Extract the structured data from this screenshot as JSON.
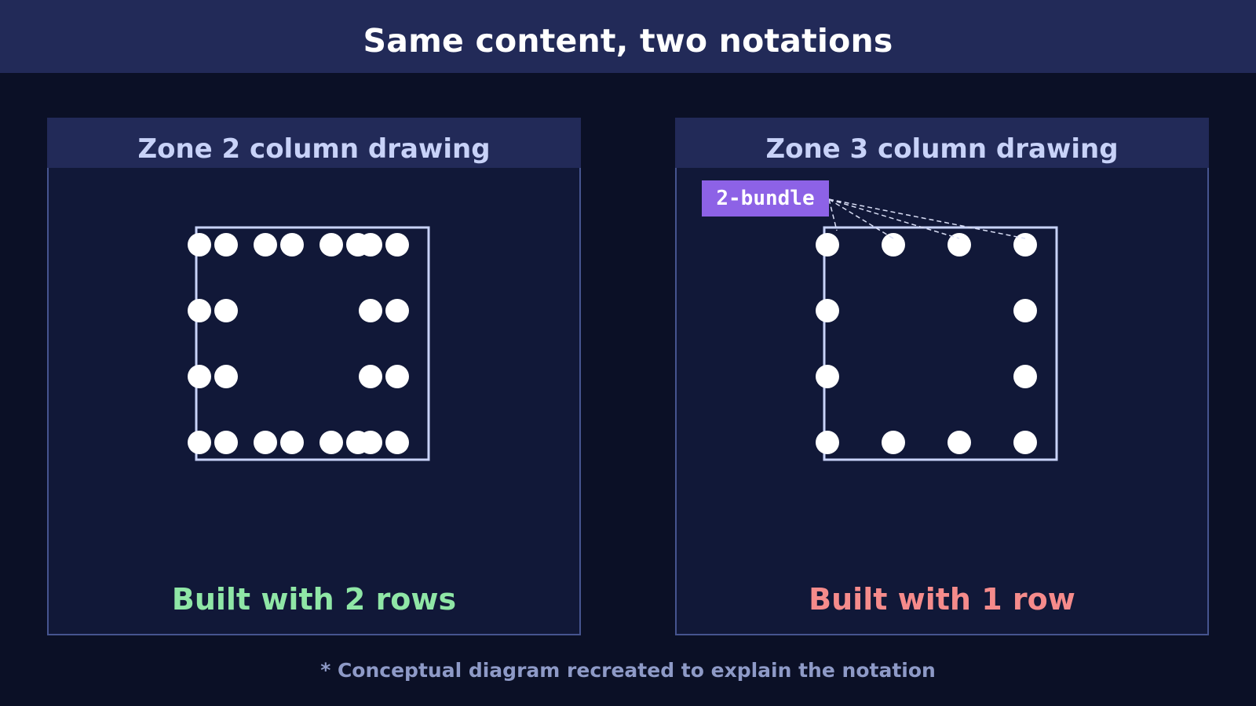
{
  "header": {
    "title": "Same content, two notations"
  },
  "panels": [
    {
      "title": "Zone 2 column drawing",
      "caption": "Built with 2 rows",
      "caption_color": "#8fe6a6",
      "layout": "paired"
    },
    {
      "title": "Zone 3 column drawing",
      "caption": "Built with 1 row",
      "caption_color": "#f58b8b",
      "layout": "single",
      "tag": {
        "label": "2-bundle",
        "color": "#8d62e6"
      }
    }
  ],
  "footnote": "* Conceptual diagram recreated to explain the notation",
  "colors": {
    "background": "#0b1026",
    "panel": "#111838",
    "header": "#222a58",
    "outline": "#c8d2f8",
    "bar": "#ffffff"
  }
}
